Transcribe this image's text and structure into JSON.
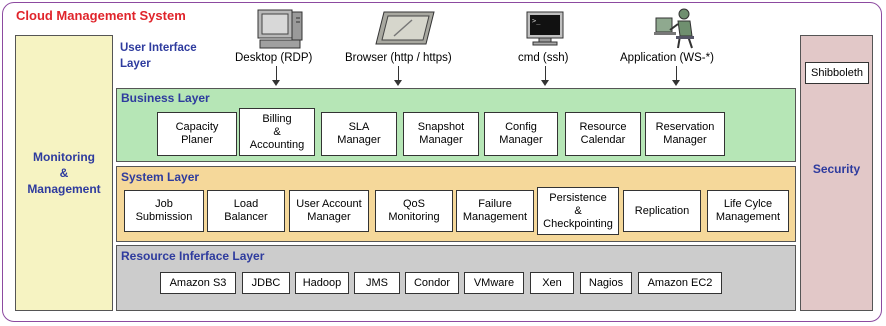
{
  "title": "Cloud Management System",
  "monitoring": {
    "line1": "Monitoring",
    "line2": "&",
    "line3": "Management"
  },
  "security": {
    "label": "Security",
    "shibboleth": "Shibboleth"
  },
  "ui_layer": {
    "line1": "User Interface",
    "line2": "Layer",
    "clients": [
      {
        "label": "Desktop (RDP)",
        "icon": "desktop-computer-icon"
      },
      {
        "label": "Browser (http / https)",
        "icon": "tablet-browser-icon"
      },
      {
        "label": "cmd (ssh)",
        "icon": "terminal-monitor-icon"
      },
      {
        "label": "Application (WS-*)",
        "icon": "user-at-workstation-icon"
      }
    ]
  },
  "business_layer": {
    "title": "Business Layer",
    "components": [
      {
        "l1": "Capacity",
        "l2": "Planer",
        "l3": ""
      },
      {
        "l1": "Billing",
        "l2": "&",
        "l3": "Accounting"
      },
      {
        "l1": "SLA",
        "l2": "Manager",
        "l3": ""
      },
      {
        "l1": "Snapshot",
        "l2": "Manager",
        "l3": ""
      },
      {
        "l1": "Config",
        "l2": "Manager",
        "l3": ""
      },
      {
        "l1": "Resource",
        "l2": "Calendar",
        "l3": ""
      },
      {
        "l1": "Reservation",
        "l2": "Manager",
        "l3": ""
      }
    ]
  },
  "system_layer": {
    "title": "System Layer",
    "components": [
      {
        "l1": "Job",
        "l2": "Submission",
        "l3": ""
      },
      {
        "l1": "Load",
        "l2": "Balancer",
        "l3": ""
      },
      {
        "l1": "User Account",
        "l2": "Manager",
        "l3": ""
      },
      {
        "l1": "QoS",
        "l2": "Monitoring",
        "l3": ""
      },
      {
        "l1": "Failure",
        "l2": "Management",
        "l3": ""
      },
      {
        "l1": "Persistence",
        "l2": "&",
        "l3": "Checkpointing"
      },
      {
        "l1": "Replication",
        "l2": "",
        "l3": ""
      },
      {
        "l1": "Life Cylce",
        "l2": "Management",
        "l3": ""
      }
    ]
  },
  "resource_layer": {
    "title": "Resource Inferface Layer",
    "components": [
      "Amazon S3",
      "JDBC",
      "Hadoop",
      "JMS",
      "Condor",
      "VMware",
      "Xen",
      "Nagios",
      "Amazon EC2"
    ]
  }
}
